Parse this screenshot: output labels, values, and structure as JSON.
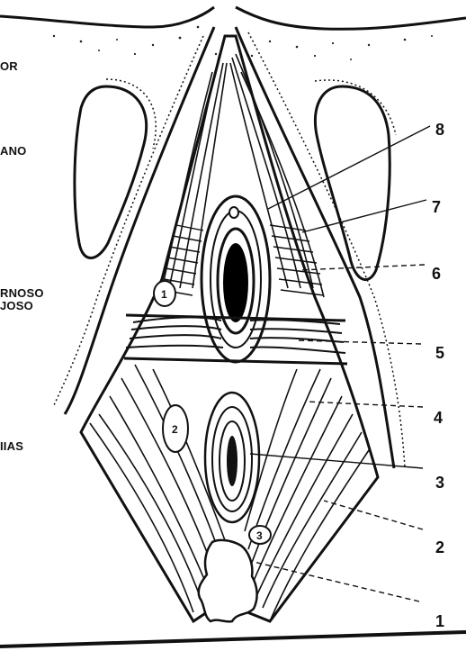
{
  "left_labels": {
    "l1": "OR",
    "l2": "ANO",
    "l3": "RNOSO",
    "l4": "JOSO",
    "l5": "IIAS"
  },
  "right_numbers": [
    "8",
    "7",
    "6",
    "5",
    "4",
    "3",
    "2",
    "1"
  ],
  "inner_numbers": [
    "1",
    "2",
    "3"
  ],
  "colors": {
    "ink": "#111111",
    "paper": "#ffffff"
  }
}
